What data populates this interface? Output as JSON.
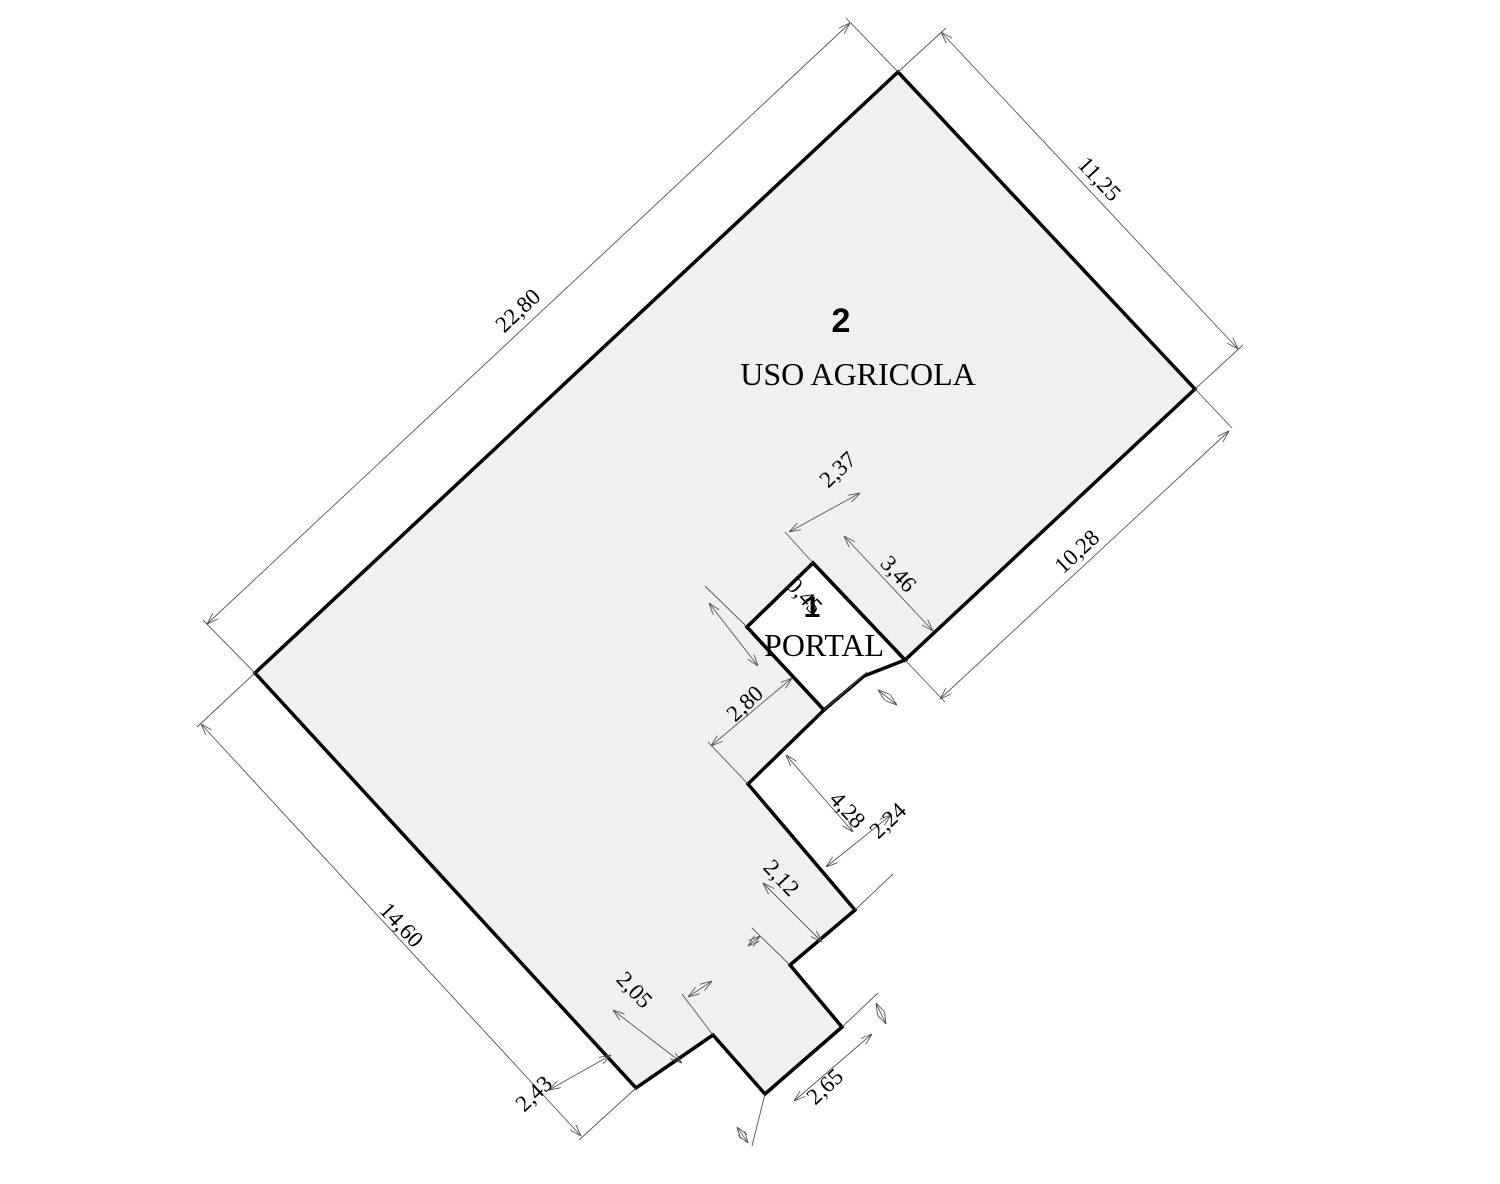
{
  "colors": {
    "line": "#000000",
    "dimension": "#555555",
    "fill_uso_agricola": "#f0f0f0",
    "fill_portal": "#ffffff"
  },
  "rooms": {
    "uso_agricola": {
      "number": "2",
      "name": "USO AGRICOLA"
    },
    "portal": {
      "number": "1",
      "name": "PORTAL"
    }
  },
  "dimensions": {
    "d2280": "22,80",
    "d1125": "11,25",
    "d1028": "10,28",
    "d237": "2,37",
    "d346": "3,46",
    "d045": "0,45",
    "d280": "2,80",
    "d428": "4,28",
    "d224": "2,24",
    "d212": "2,12",
    "d1460": "14,60",
    "d205": "2,05",
    "d243": "2,43",
    "d265": "2,65"
  }
}
